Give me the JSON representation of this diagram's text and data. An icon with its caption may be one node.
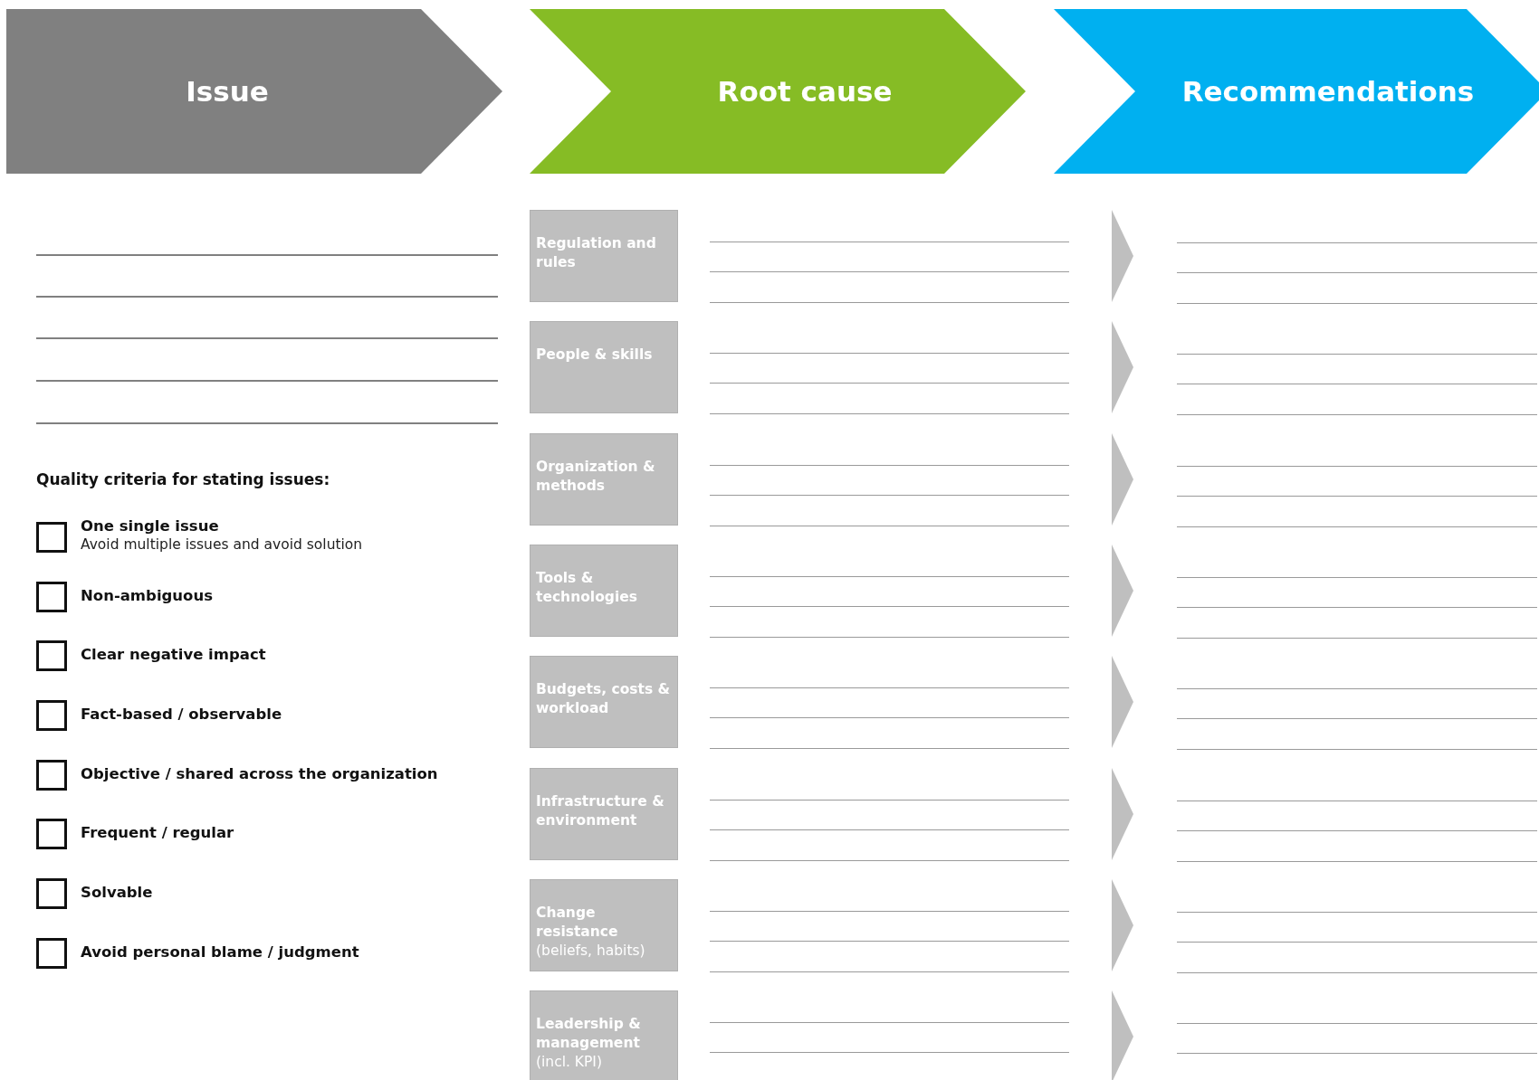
{
  "diagram": {
    "nodes": [
      {
        "text": [
          "Issue"
        ]
      },
      {
        "text": [
          "Root cause"
        ]
      },
      {
        "text": [
          "Recommendations"
        ]
      },
      {
        "text": [
          "Regulation and rules"
        ]
      },
      {
        "text": [
          "People & skills"
        ]
      },
      {
        "text": [
          "Organization & methods"
        ]
      },
      {
        "text": [
          "Tools & technologies"
        ]
      },
      {
        "text": [
          "Budgets, costs & workload"
        ]
      },
      {
        "text": [
          "Infrastructure & environment"
        ]
      },
      {
        "text": [
          "Change resistance",
          "(beliefs, habits)"
        ]
      },
      {
        "text": [
          "Leadership & management",
          "(incl. KPI)"
        ]
      }
    ],
    "labels": [
      "Quality criteria for stating issues:",
      "One single issue",
      "Avoid multiple issues and avoid solution",
      "Non-ambiguous",
      "Clear negative impact",
      "Fact-based / observable",
      "Objective / shared across the organization",
      "Frequent / regular",
      "Solvable",
      "Avoid personal blame / judgment"
    ]
  }
}
